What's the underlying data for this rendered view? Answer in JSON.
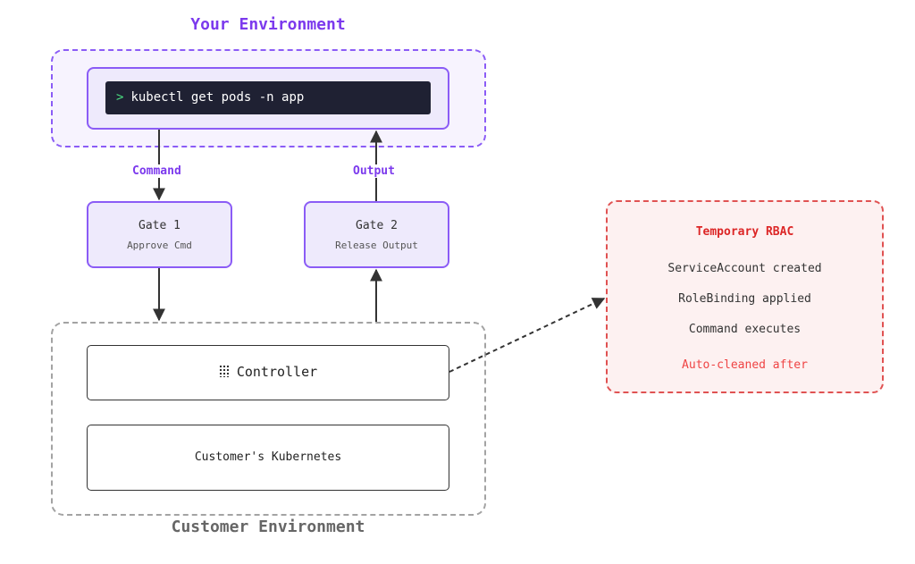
{
  "your_environment": {
    "title": "Your Environment",
    "terminal_prompt": ">",
    "terminal_command": "kubectl get pods -n app"
  },
  "flow": {
    "command_label": "Command",
    "output_label": "Output"
  },
  "gates": [
    {
      "title": "Gate 1",
      "subtitle": "Approve Cmd"
    },
    {
      "title": "Gate 2",
      "subtitle": "Release Output"
    }
  ],
  "customer_environment": {
    "title": "Customer Environment",
    "controller_label": "Controller",
    "controller_icon": "controller-icon",
    "kubernetes_label": "Customer's Kubernetes"
  },
  "rbac": {
    "title": "Temporary RBAC",
    "steps": [
      "ServiceAccount created",
      "RoleBinding applied",
      "Command executes"
    ],
    "footer": "Auto-cleaned after"
  },
  "colors": {
    "purple_accent": "#7c3aed",
    "purple_border": "#8b5cf6",
    "gate_fill": "#eeeafc",
    "terminal_bg": "#1f2133",
    "prompt_green": "#4ade80",
    "rbac_red": "#dc2626",
    "gray_dashed": "#a3a3a3"
  }
}
